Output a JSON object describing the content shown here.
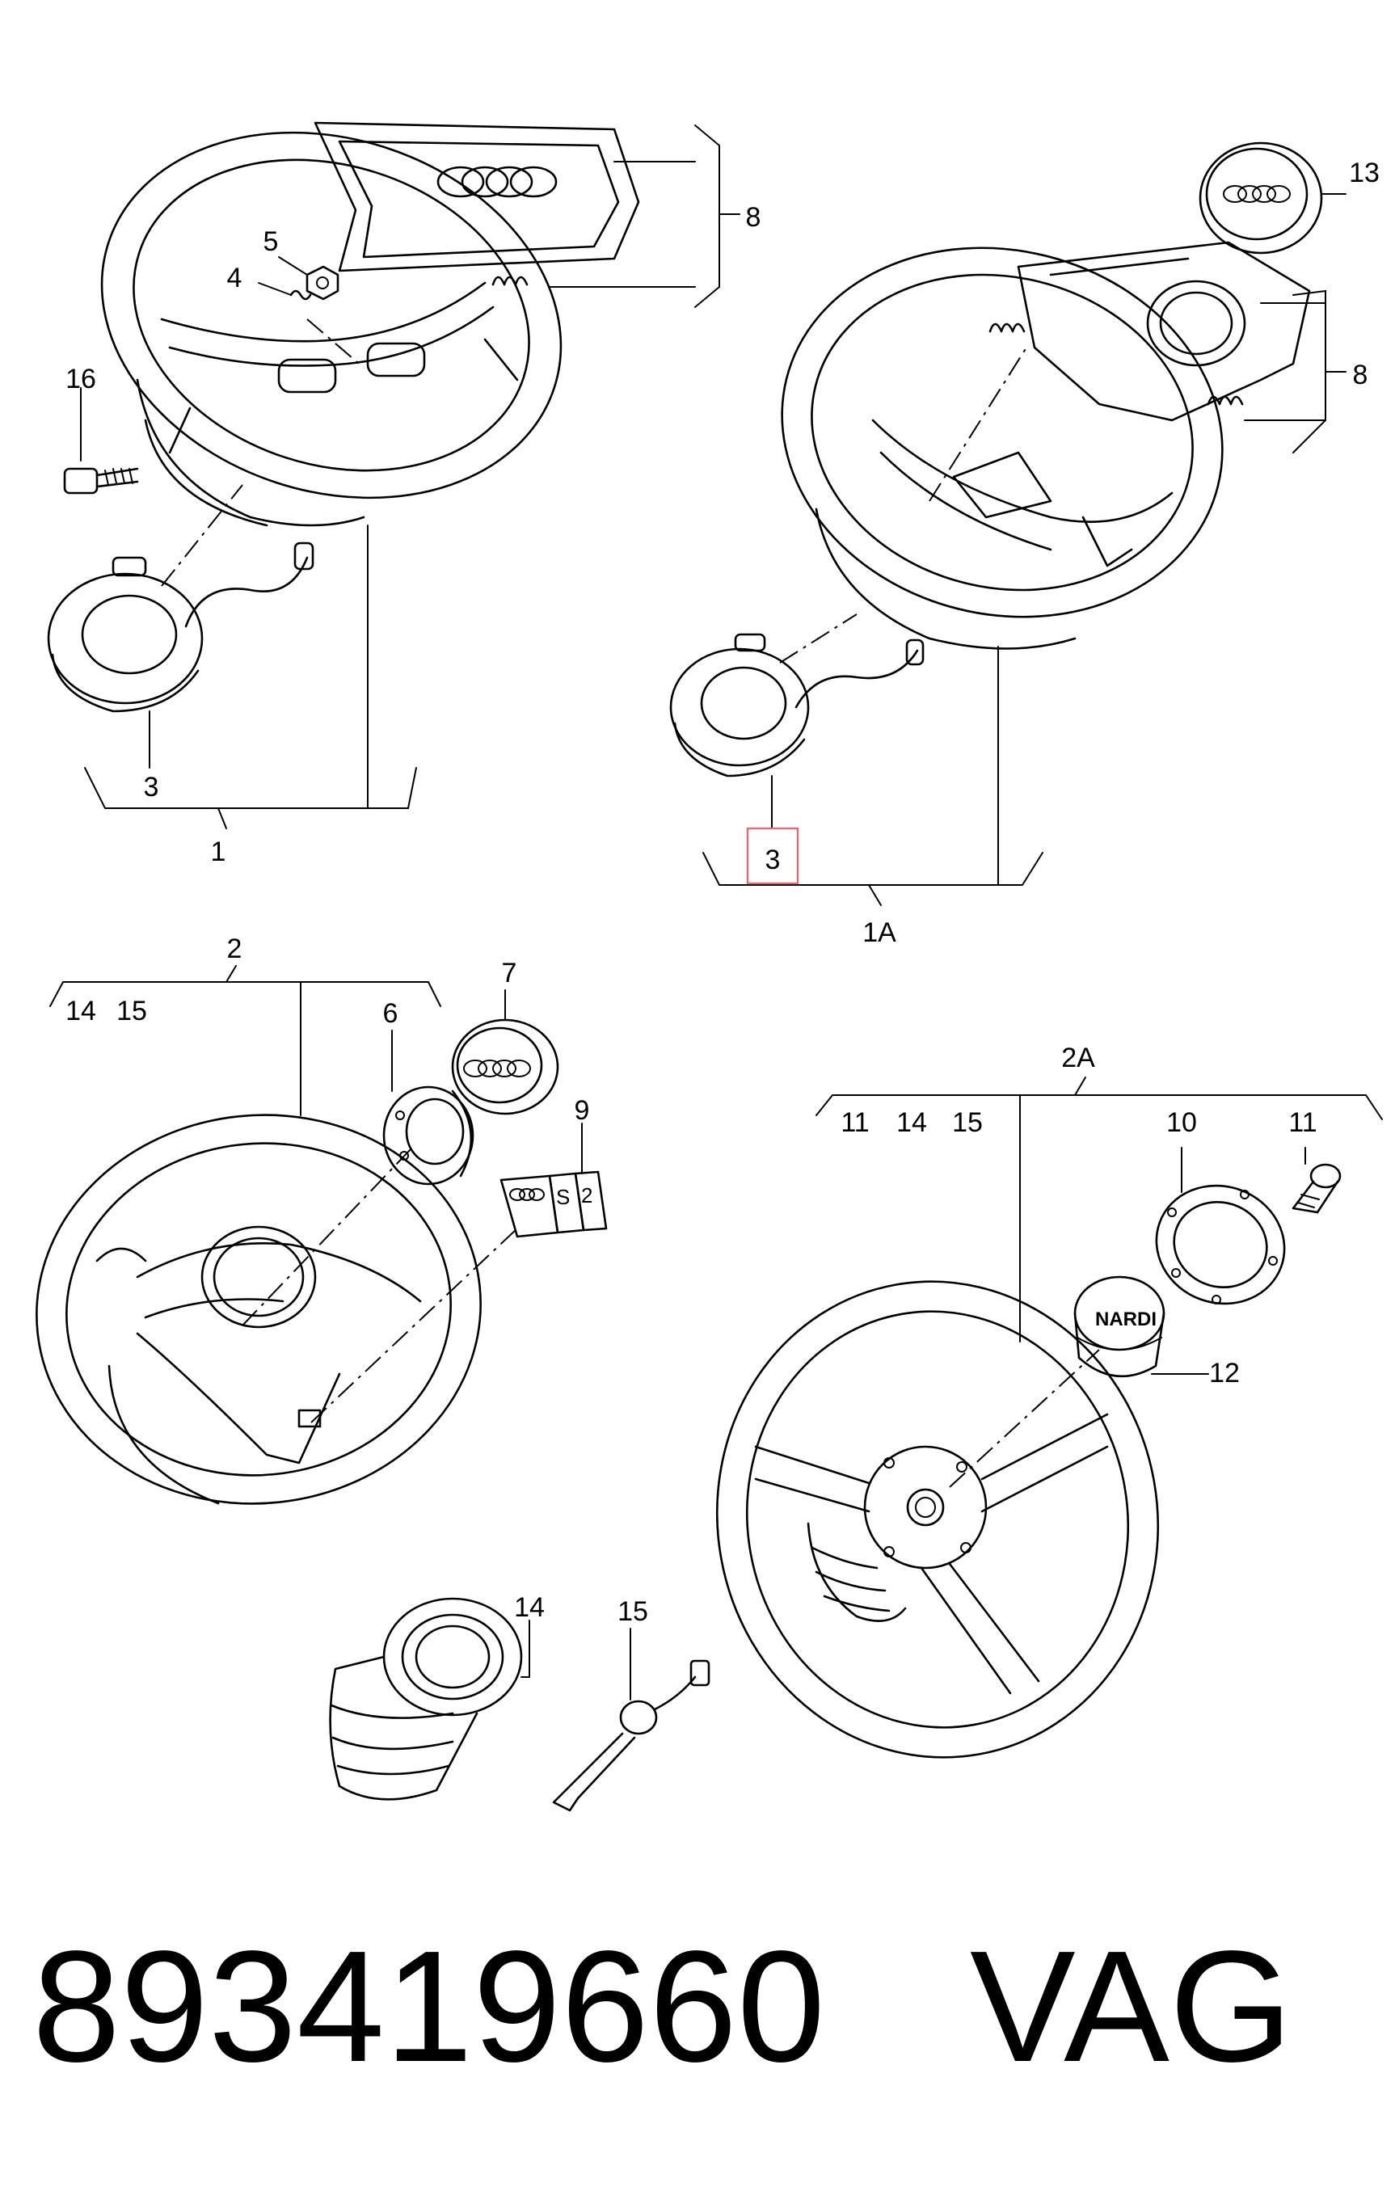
{
  "callouts": {
    "c1": "1",
    "c1a": "1A",
    "c2": "2",
    "c2a": "2A",
    "c3_left": "3",
    "c3_right": "3",
    "c4": "4",
    "c5": "5",
    "c6": "6",
    "c7": "7",
    "c8_left": "8",
    "c8_right": "8",
    "c9": "9",
    "c10": "10",
    "c11_list": "11",
    "c11_part": "11",
    "c12": "12",
    "c13": "13",
    "c14_list_a": "14",
    "c14_list_b": "14",
    "c14_part": "14",
    "c15_list_a": "15",
    "c15_list_b": "15",
    "c15_part": "15",
    "c16": "16"
  },
  "emblems": {
    "badge_brand": "NARDI",
    "decal_tiles": [
      "S",
      "2"
    ]
  },
  "footer": {
    "part_number": "893419660",
    "brand": "VAG"
  },
  "highlight_color": "#e06a75"
}
